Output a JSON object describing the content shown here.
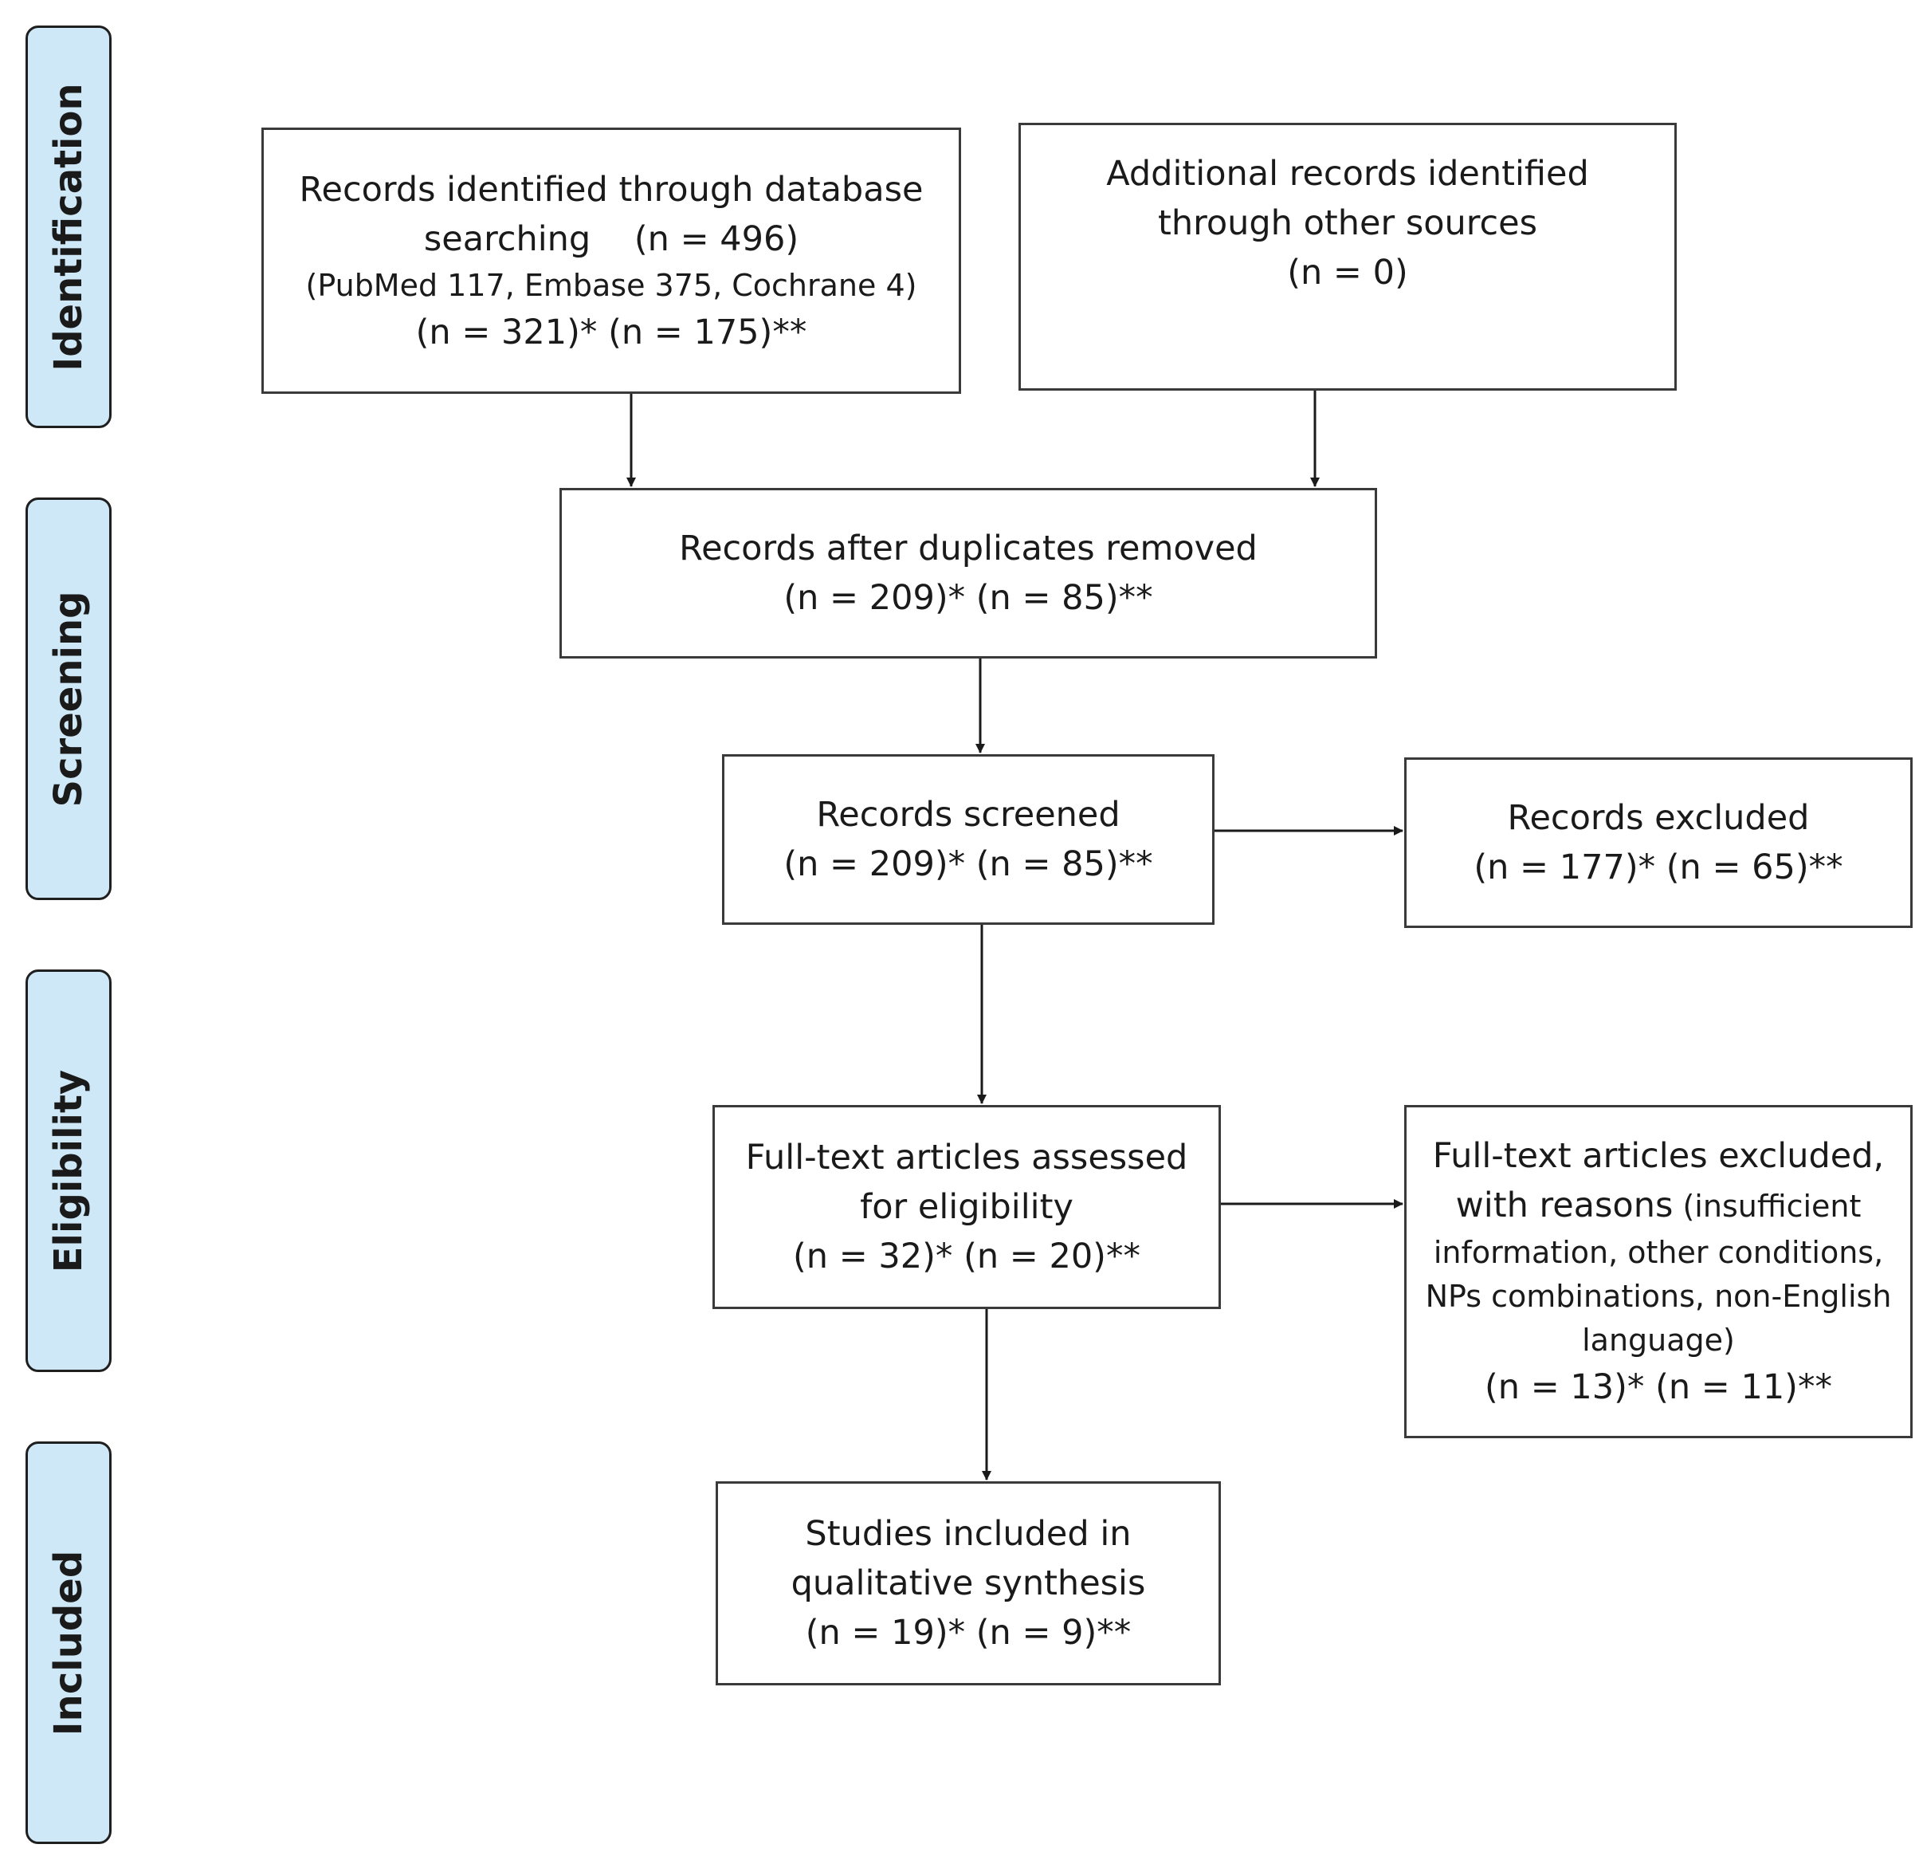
{
  "phases": {
    "identification": "Identification",
    "screening": "Screening",
    "eligibility": "Eligibility",
    "included": "Included"
  },
  "boxes": {
    "db_search": {
      "line1": "Records identified through database",
      "line2": "searching    (n = 496)",
      "line3": "(PubMed 117, Embase 375, Cochrane 4)",
      "line4": "(n = 321)* (n = 175)**"
    },
    "other_sources": {
      "line1": "Additional records identified",
      "line2": "through other sources",
      "line3": "(n = 0)"
    },
    "after_duplicates": {
      "line1": "Records after duplicates removed",
      "line2": "(n = 209)* (n = 85)**"
    },
    "screened": {
      "line1": "Records screened",
      "line2": "(n = 209)* (n = 85)**"
    },
    "excluded": {
      "line1": "Records excluded",
      "line2": "(n = 177)* (n = 65)**"
    },
    "fulltext_assessed": {
      "line1": "Full-text articles assessed",
      "line2": "for eligibility",
      "line3": "(n = 32)* (n = 20)**"
    },
    "fulltext_excluded": {
      "line1": "Full-text articles excluded,",
      "line2a": "with reasons",
      "line2b": " (insufficient",
      "line3": "information, other conditions,",
      "line4": "NPs combinations, non-English",
      "line5": "language)",
      "line6": "(n = 13)* (n = 11)**"
    },
    "included_studies": {
      "line1": "Studies included in",
      "line2": "qualitative synthesis",
      "line3": "(n = 19)* (n = 9)**"
    }
  }
}
